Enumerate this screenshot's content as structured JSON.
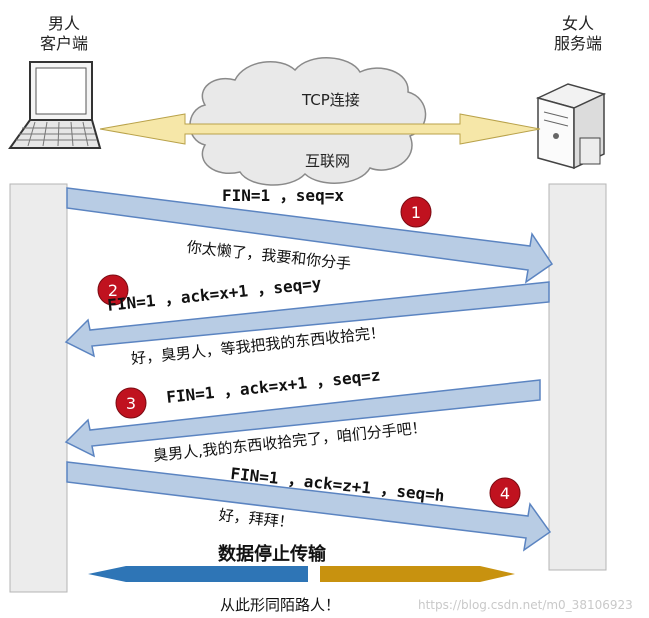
{
  "client": {
    "line1": "男人",
    "line2": "客户端"
  },
  "server": {
    "line1": "女人",
    "line2": "服务端"
  },
  "network": {
    "tcp_label": "TCP连接",
    "internet_label": "互联网"
  },
  "steps": [
    {
      "number": "1",
      "packet": "FIN=1 ，seq=x",
      "speech": "你太懒了，我要和你分手"
    },
    {
      "number": "2",
      "packet": "FIN=1 ，ack=x+1 ，seq=y",
      "speech": "好，臭男人，等我把我的东西收拾完！"
    },
    {
      "number": "3",
      "packet": "FIN=1 ，ack=x+1 ，seq=z",
      "speech": "臭男人,我的东西收拾完了，咱们分手吧！"
    },
    {
      "number": "4",
      "packet": "FIN=1 ，ack=z+1 ，seq=h",
      "speech": "好，拜拜！"
    }
  ],
  "stop_text": "数据停止传输",
  "final_text": "从此形同陌路人！",
  "watermark": "https://blog.csdn.net/m0_38106923",
  "colors": {
    "arrow_fill": "#b8cce4",
    "arrow_stroke": "#5b84c1",
    "badge": "#c0121f",
    "left_band": "#2e75b6",
    "right_band": "#c8920f",
    "bar": "#ececec"
  }
}
